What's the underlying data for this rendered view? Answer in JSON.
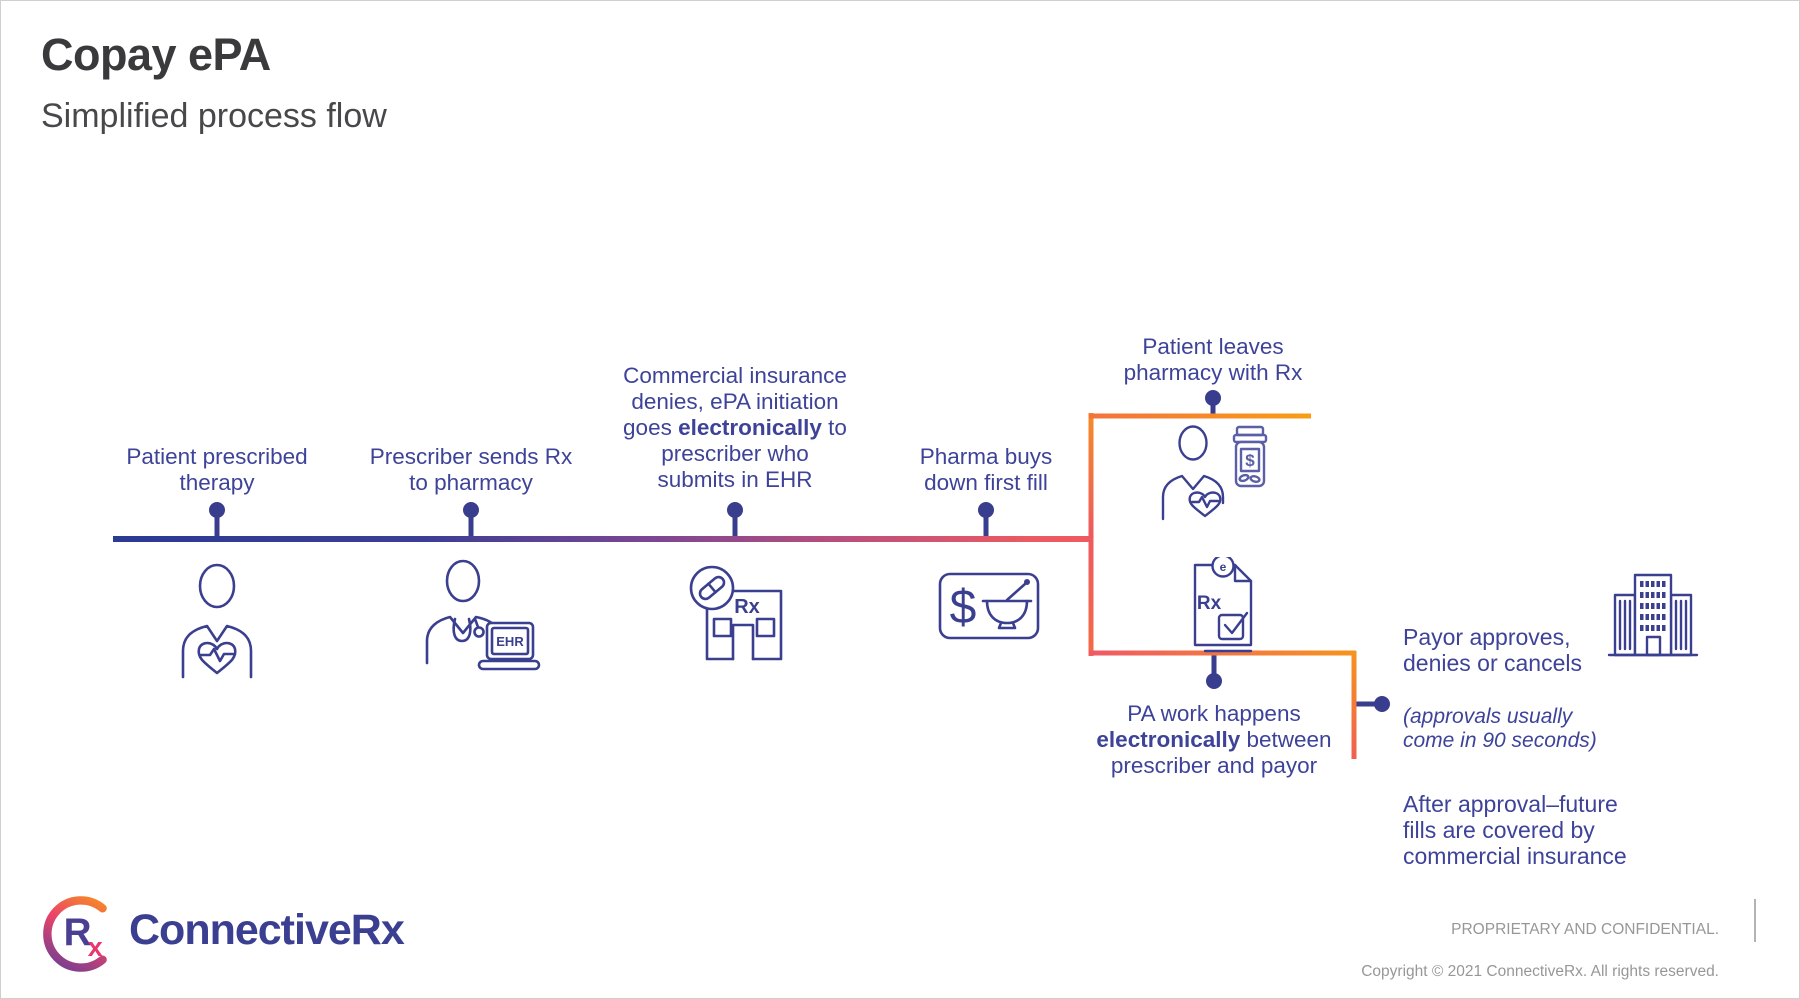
{
  "slide": {
    "title": "Copay ePA",
    "subtitle": "Simplified process flow"
  },
  "timeline_steps": [
    {
      "label": "Patient prescribed\ntherapy",
      "icon": "patient-heart-icon"
    },
    {
      "label": "Prescriber sends Rx\nto pharmacy",
      "icon": "prescriber-ehr-laptop-icon"
    },
    {
      "label_pre": "Commercial insurance\ndenies, ePA initiation\ngoes ",
      "label_bold": "electronically",
      "label_post": " to\nprescriber who\nsubmits in EHR",
      "icon": "pharmacy-storefront-icon"
    },
    {
      "label": "Pharma buys\ndown first fill",
      "icon": "dollar-mortar-pestle-icon"
    }
  ],
  "branch": {
    "top_label": "Patient leaves\npharmacy with Rx",
    "top_icon": "patient-with-rx-bottle-icon",
    "bottom_icon": "epa-clipboard-icon",
    "bottom_label_pre": "PA work happens\n",
    "bottom_label_bold": "electronically",
    "bottom_label_post": " between\nprescriber and payor"
  },
  "payor": {
    "line1": "Payor approves,\ndenies or cancels",
    "note": "(approvals usually\ncome in 90 seconds)",
    "line2": "After approval–future\nfills are covered by\ncommercial insurance",
    "icon": "payor-building-icon"
  },
  "icon_labels": {
    "ehr": "EHR",
    "rx_store": "Rx",
    "rx_doc": "Rx",
    "dollar_card": "$",
    "dollar_jar": "$",
    "e_badge": "e"
  },
  "footer": {
    "brand": "ConnectiveRx",
    "monogram_r": "R",
    "monogram_x": "x",
    "confidential": "PROPRIETARY AND CONFIDENTIAL.",
    "copyright": "Copyright © 2021 ConnectiveRx. All rights reserved."
  },
  "colors": {
    "label_text": "#3e4399",
    "icon_stroke": "#3a3f8f",
    "timeline_blue": "#2b3a92",
    "timeline_purple": "#7b4693",
    "timeline_red": "#ee5a5e",
    "branch_orange": "#f7941e",
    "title_text": "#3a3a3c",
    "footer_gray": "#979799"
  }
}
